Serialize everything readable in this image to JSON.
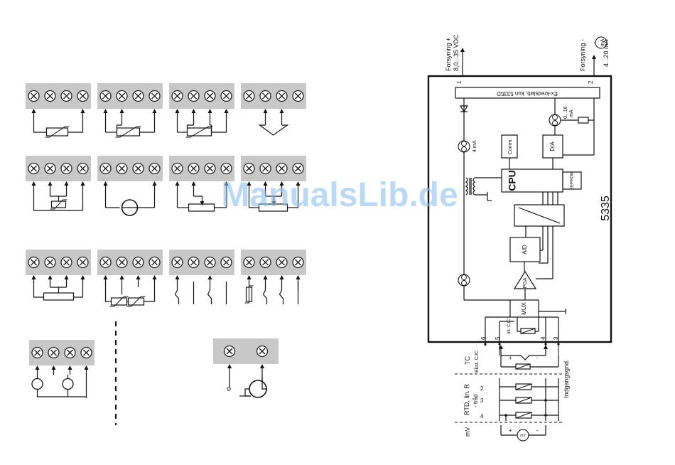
{
  "watermark": "ManualsLib.de",
  "device": {
    "model": "5335",
    "supply_plus": "Forsyning +",
    "supply_plus_range": "8,0...35 VDC",
    "supply_minus": "Forsyning -",
    "supply_minus_range": "4...20 mA",
    "ma_symbol": "mA",
    "ex_note": "Ex-kredsløb, kun 5335D",
    "current_range": "0...16",
    "current_unit": "mA",
    "current_4ma": "4 mA",
    "comm": "Comm.",
    "da": "D/A",
    "cpu": "CPU",
    "eeprom": "EEPROM",
    "ad": "A/D",
    "pga": "PGA",
    "mux": "MUX",
    "cjc_internal": "Int. CJC",
    "terminals": {
      "t1": "1",
      "t2": "2",
      "t3": "3",
      "t4": "4",
      "t5": "5",
      "t6": "6"
    }
  },
  "inputs": {
    "tc": "TC",
    "ext_cjc": "Ekst. CJC",
    "rtd": "RTD, lin. R",
    "wire": "- tråd",
    "n2": "2",
    "n3": "3",
    "n4": "4",
    "mv": "mV",
    "ground": "Indgangsgnd.",
    "plus": "+",
    "minus": "-"
  }
}
